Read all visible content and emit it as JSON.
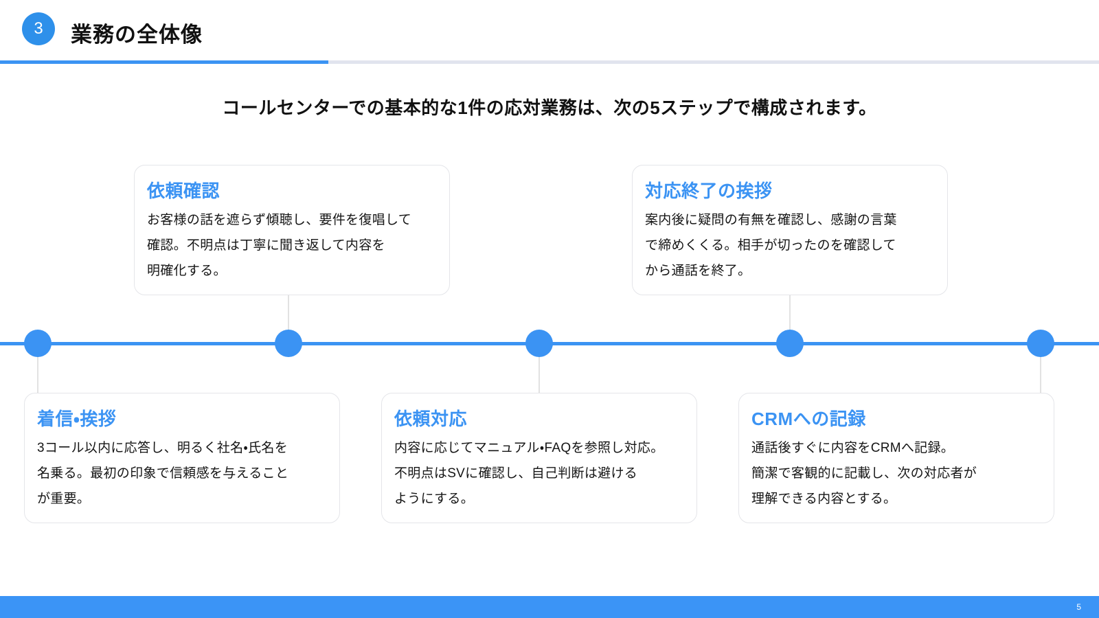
{
  "header": {
    "badge_number": "3",
    "title": "業務の全体像"
  },
  "lead": "コールセンターでの基本的な1件の応対業務は、次の5ステップで構成されます。",
  "timeline": {
    "steps": [
      {
        "title": "着信・挨拶",
        "body": "3コール以内に応答し、明るく社名・氏名を\n名乗る。最初の印象で信頼感を与えること\nが重要。",
        "position": "below"
      },
      {
        "title": "依頼確認",
        "body": "お客様の話を遮らず傾聴し、要件を復唱して\n確認。不明点は丁寧に聞き返して内容を\n明確化する。",
        "position": "above"
      },
      {
        "title": "依頼対応",
        "body": "内容に応じてマニュアル・FAQを参照し対応。\n不明点はSVに確認し、自己判断は避ける\nようにする。",
        "position": "below"
      },
      {
        "title": "対応終了の挨拶",
        "body": "案内後に疑問の有無を確認し、感謝の言葉\nで締めくくる。相手が切ったのを確認して\nから通話を終了。",
        "position": "above"
      },
      {
        "title": "CRMへの記録",
        "body": "通話後すぐに内容をCRMへ記録。\n簡潔で客観的に記載し、次の対応者が\n理解できる内容とする。",
        "position": "below"
      }
    ]
  },
  "footer": {
    "page_number": "5"
  },
  "colors": {
    "accent": "#3b93f3",
    "badge": "#2e90ea",
    "header_rule_gray": "#e1e4ee",
    "footer_bar": "#3b94f6",
    "card_border": "#e4e5e9",
    "text_dark": "#151515"
  }
}
